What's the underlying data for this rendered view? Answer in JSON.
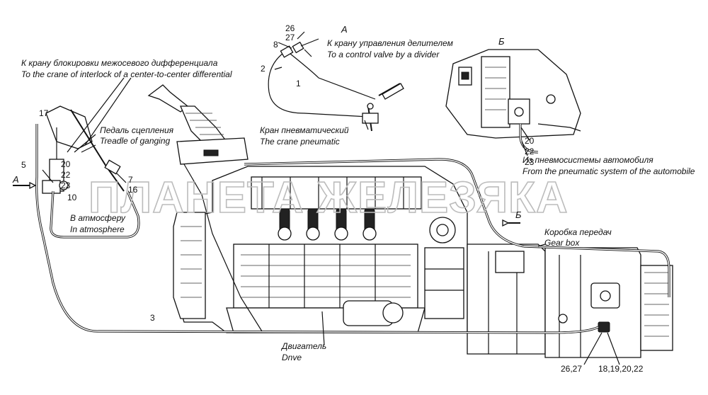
{
  "watermark": "ПЛАНЕТА ЖЕЛЕЗЯКА",
  "views": {
    "a": "А",
    "b": "Б",
    "arrow_a": "А",
    "arrow_b": "Б"
  },
  "labels": {
    "interlock_ru": "К крану блокировки межосевого дифференциала",
    "interlock_en": "To the crane of interlock of a center-to-center differential",
    "divider_ru": "К крану управления делителем",
    "divider_en": "To a control valve by a divider",
    "pedal_ru": "Педаль сцепления",
    "pedal_en": "Treadle of ganging",
    "crane_ru": "Кран пневматический",
    "crane_en": "The crane pneumatic",
    "pneumo_ru": "Из пневмосистемы автомобиля",
    "pneumo_en": "From the pneumatic system of the automobile",
    "atm_ru": "В атмосферу",
    "atm_en": "In atmosphere",
    "gearbox_ru": "Коробка передач",
    "gearbox_en": "Gear box",
    "engine_ru": "Двигатель",
    "engine_en": "Dnve"
  },
  "callouts": {
    "n26": "26",
    "n27": "27",
    "n8": "8",
    "n2": "2",
    "n1": "1",
    "n17": "17",
    "n5": "5",
    "n20a": "20",
    "n22a": "22",
    "n23a": "23",
    "n10": "10",
    "n7": "7",
    "n16": "16",
    "n20b": "20",
    "n22b": "22",
    "n23b": "23",
    "n3": "3",
    "n2627": "26,27",
    "n18": "18,19,20,22"
  }
}
